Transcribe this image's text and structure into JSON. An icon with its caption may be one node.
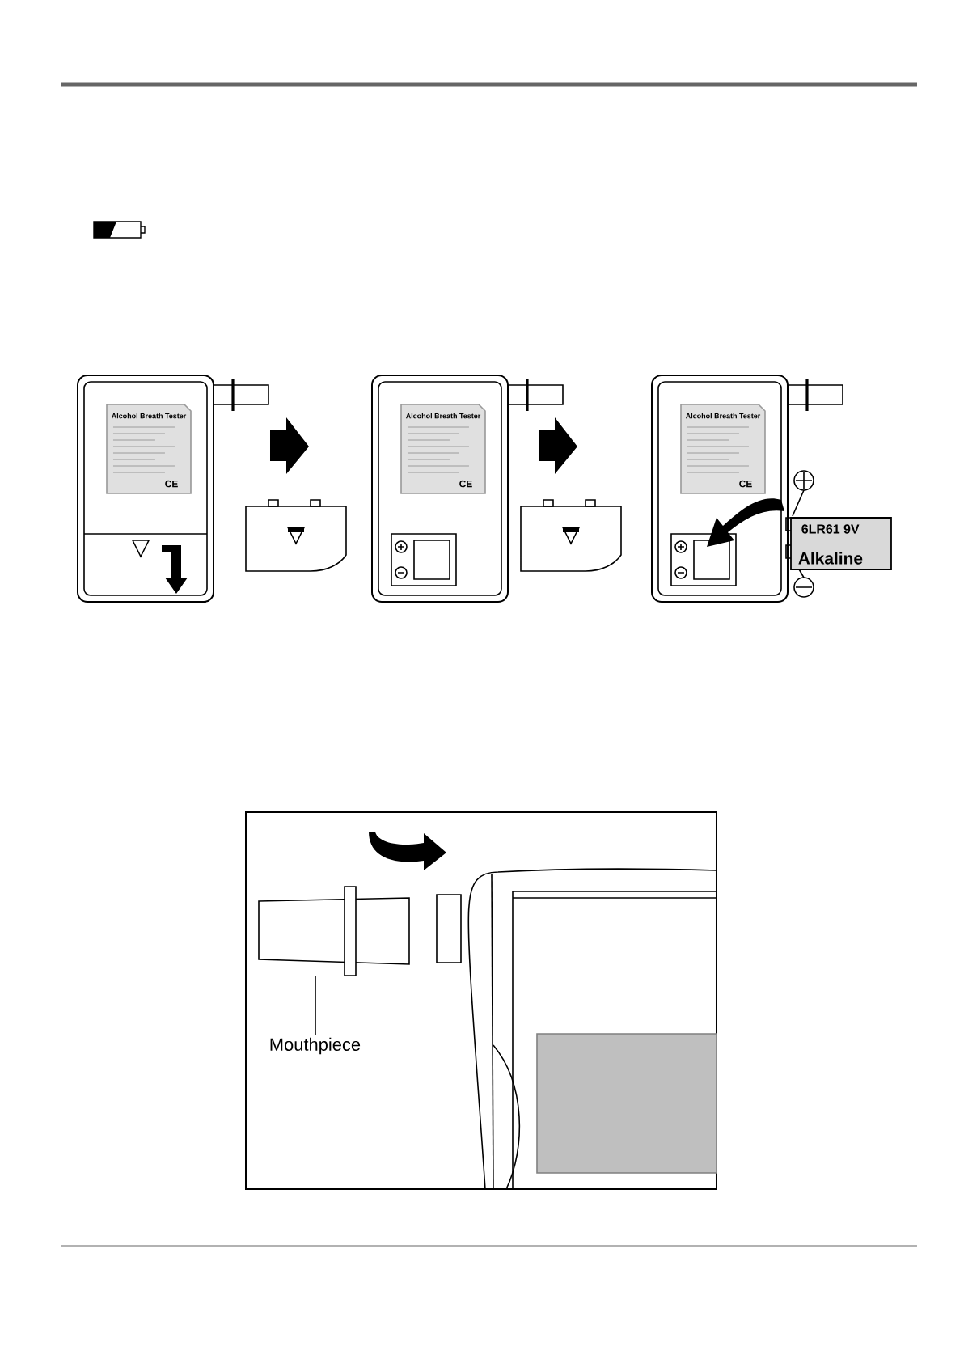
{
  "diagram": {
    "nodes": [
      {
        "text": [
          "6LR61 9V",
          "Alkaline"
        ]
      },
      {
        "text": [],
        "shape": "box"
      },
      {
        "text": [
          "Mouthpiece"
        ]
      }
    ],
    "edges": [
      {
        "from": 2,
        "to": 1,
        "arrow": "none"
      }
    ],
    "labels": [
      "Alcohol Breath Tester",
      "CE",
      "Alcohol Breath Tester",
      "CE",
      "Alcohol Breath Tester",
      "CE"
    ]
  }
}
